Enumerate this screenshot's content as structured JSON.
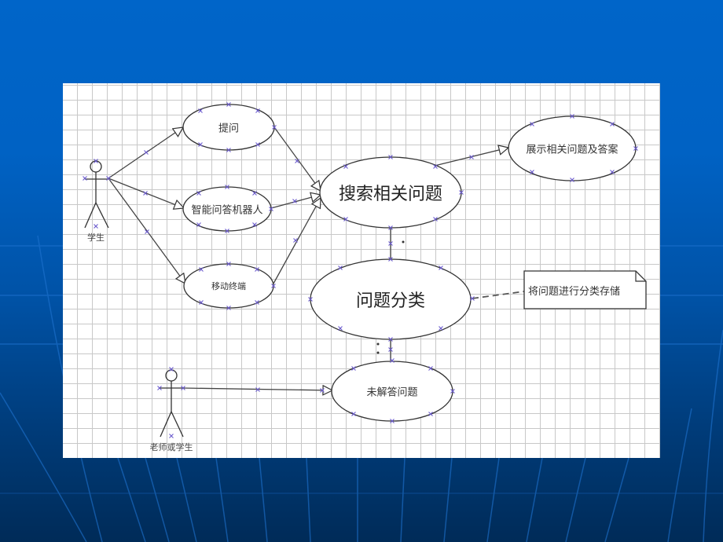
{
  "diagram": {
    "type": "UML use case diagram",
    "actors": [
      {
        "id": "student",
        "label": "学生"
      },
      {
        "id": "teacher_or_student",
        "label": "老师或学生"
      }
    ],
    "use_cases": [
      {
        "id": "ask",
        "label": "提问"
      },
      {
        "id": "qa_robot",
        "label": "智能问答机器人"
      },
      {
        "id": "mobile",
        "label": "移动终端"
      },
      {
        "id": "search",
        "label": "搜索相关问题"
      },
      {
        "id": "show",
        "label": "展示相关问题及答案"
      },
      {
        "id": "classify",
        "label": "问题分类"
      },
      {
        "id": "unanswered",
        "label": "未解答问题"
      }
    ],
    "note": {
      "label": "将问题进行分类存储",
      "attached_to": "classify"
    },
    "relationships": [
      {
        "from": "student",
        "to": "ask",
        "type": "generalization"
      },
      {
        "from": "student",
        "to": "qa_robot",
        "type": "generalization"
      },
      {
        "from": "student",
        "to": "mobile",
        "type": "generalization"
      },
      {
        "from": "ask",
        "to": "search",
        "type": "generalization"
      },
      {
        "from": "qa_robot",
        "to": "search",
        "type": "generalization"
      },
      {
        "from": "mobile",
        "to": "search",
        "type": "generalization"
      },
      {
        "from": "search",
        "to": "show",
        "type": "generalization"
      },
      {
        "from": "search",
        "to": "classify",
        "type": "association",
        "multiplicity": "*"
      },
      {
        "from": "classify",
        "to": "unanswered",
        "type": "association",
        "multiplicity": "* *"
      },
      {
        "from": "teacher_or_student",
        "to": "unanswered",
        "type": "generalization"
      }
    ]
  },
  "colors": {
    "background_top": "#0065c9",
    "background_bottom": "#002b58",
    "panel": "#ffffff",
    "grid": "#c8c8c8",
    "line": "#444444",
    "handle": "#6a5acd"
  }
}
